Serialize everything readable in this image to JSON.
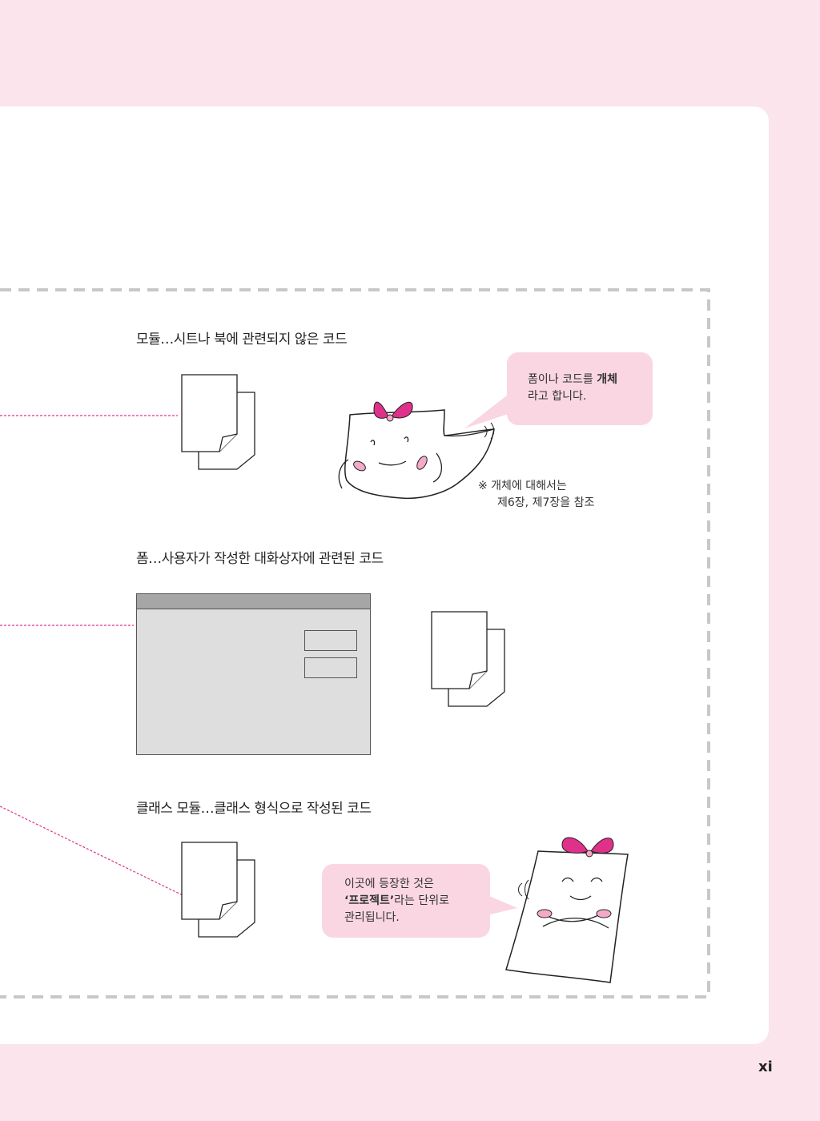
{
  "sections": {
    "module": {
      "title": "모듈…시트나 북에 관련되지 않은 코드"
    },
    "form": {
      "title": "폼…사용자가 작성한 대화상자에 관련된 코드"
    },
    "class_module": {
      "title": "클래스 모듈…클래스 형식으로 작성된 코드"
    }
  },
  "bubble_top": {
    "line1_pre": "폼이나 코드를 ",
    "line1_bold": "개체",
    "line2": "라고 합니다."
  },
  "note": {
    "line1": "※  개체에 대해서는",
    "line2": "제6장, 제7장을 참조"
  },
  "bubble_bottom": {
    "line1": "이곳에 등장한 것은",
    "line2_bold": "‘프로젝트’",
    "line2_post": "라는 단위로",
    "line3": "관리됩니다."
  },
  "page_number": "xi",
  "colors": {
    "background": "#fbe4ec",
    "bubble": "#fad6e3",
    "accent_pink": "#e0318a",
    "dashed_border": "#c8c8c8"
  },
  "icons": [
    "document-icon",
    "form-window-icon",
    "character-mascot-icon"
  ]
}
